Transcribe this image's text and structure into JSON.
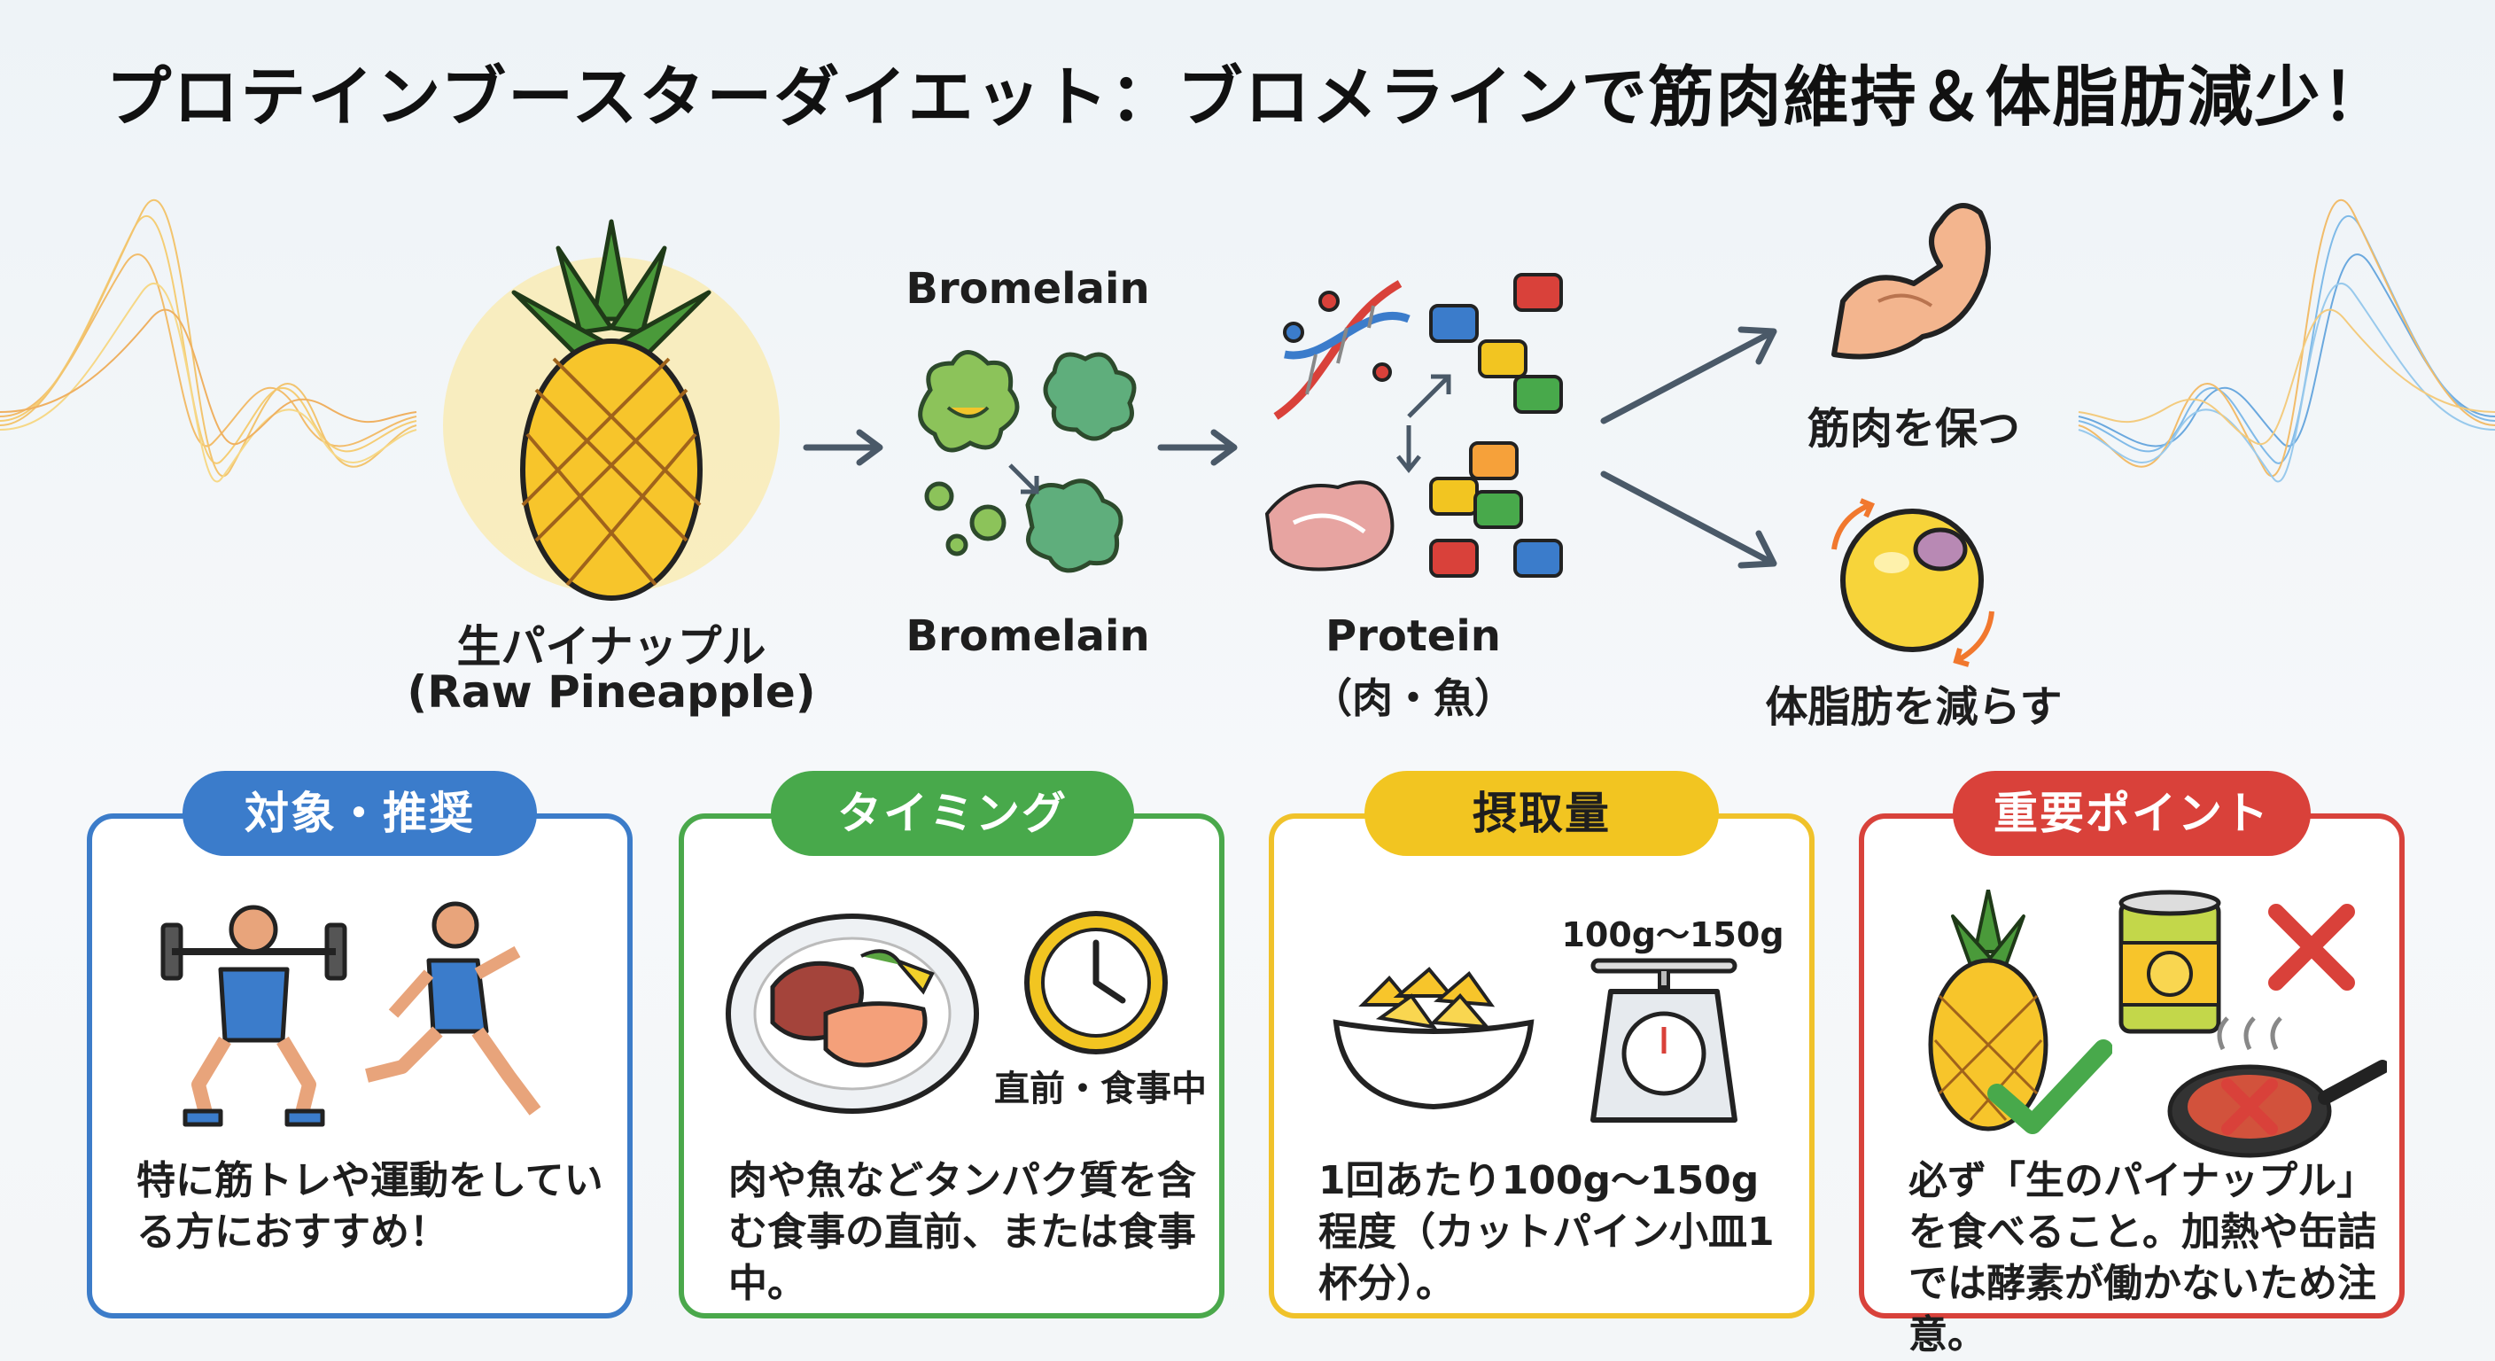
{
  "title": "プロテインブースターダイエット：ブロメラインで筋肉維持＆体脂肪減少！",
  "flow": {
    "pineapple_label_jp": "生パイナップル",
    "pineapple_label_en": "(Raw Pineapple)",
    "bromelain_top": "Bromelain",
    "bromelain_bottom": "Bromelain",
    "protein_label": "Protein",
    "protein_sub": "（肉・魚）",
    "muscle_label": "筋肉を保つ",
    "fat_label": "体脂肪を減らす"
  },
  "cards": {
    "target": {
      "header": "対象・推奨",
      "text": "特に筋トレや運動をしている方におすすめ！"
    },
    "timing": {
      "header": "タイミング",
      "clock_caption": "直前・食事中",
      "text": "肉や魚などタンパク質を含む食事の直前、または食事中。"
    },
    "amount": {
      "header": "摂取量",
      "scale_caption": "100g〜150g",
      "text": "1回あたり100g〜150g程度（カットパイン小皿1杯分）。"
    },
    "important": {
      "header": "重要ポイント",
      "text": "必ず「生のパイナップル」を食べること。加熱や缶詰では酵素が働かないため注意。"
    }
  },
  "colors": {
    "blue": "#3b7ccb",
    "green": "#48a94b",
    "yellow": "#f2c521",
    "red": "#d9413a"
  }
}
